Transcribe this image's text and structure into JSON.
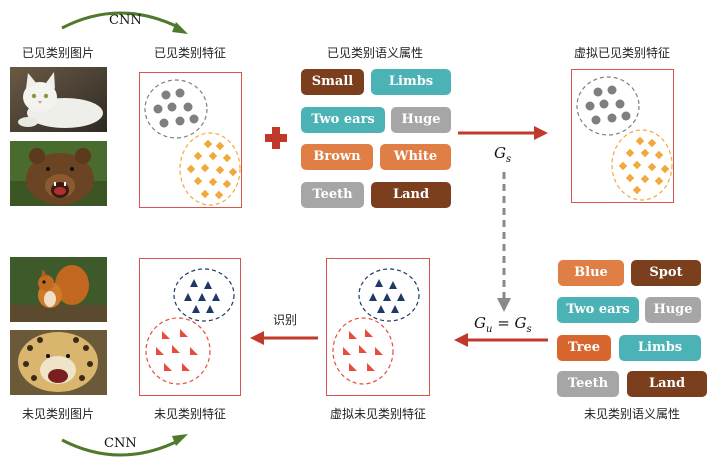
{
  "labels": {
    "seen_images": "已见类别图片",
    "seen_features": "已见类别特征",
    "seen_attributes": "已见类别语义属性",
    "virtual_seen_features": "虚拟已见类别特征",
    "unseen_images": "未见类别图片",
    "unseen_features": "未见类别特征",
    "virtual_unseen_features": "虚拟未见类别特征",
    "unseen_attributes": "未见类别语义属性",
    "recognize": "识别"
  },
  "cnn_top": "CNN",
  "cnn_bottom": "CNN",
  "gs_var": "G",
  "gs_sub": "s",
  "gu_var": "G",
  "gu_sub": "u",
  "gu_eq": " = ",
  "gu_rhs": "G",
  "gu_rhs_sub": "s",
  "seen_attrs": [
    {
      "text": "Small",
      "color": "#7b3f1e"
    },
    {
      "text": "Limbs",
      "color": "#4bb3b5"
    },
    {
      "text": "Two ears",
      "color": "#4bb3b5"
    },
    {
      "text": "Huge",
      "color": "#a6a6a6"
    },
    {
      "text": "Brown",
      "color": "#e07f45"
    },
    {
      "text": "White",
      "color": "#e07f45"
    },
    {
      "text": "Teeth",
      "color": "#a6a6a6"
    },
    {
      "text": "Land",
      "color": "#7b3f1e"
    }
  ],
  "unseen_attrs": [
    {
      "text": "Blue",
      "color": "#e07f45"
    },
    {
      "text": "Spot",
      "color": "#7b3f1e"
    },
    {
      "text": "Two ears",
      "color": "#4bb3b5"
    },
    {
      "text": "Huge",
      "color": "#a6a6a6"
    },
    {
      "text": "Tree",
      "color": "#d8672f"
    },
    {
      "text": "Limbs",
      "color": "#4bb3b5"
    },
    {
      "text": "Teeth",
      "color": "#a6a6a6"
    },
    {
      "text": "Land",
      "color": "#7b3f1e"
    }
  ],
  "colors": {
    "box_border": "#d9534f",
    "arrow_red": "#c0392b",
    "arrow_green": "#4e7a2c",
    "gray_cluster": "#7f7f7f",
    "yellow_cluster": "#f2a93b",
    "navy_cluster": "#1f3864",
    "red_cluster": "#e74c3c"
  }
}
